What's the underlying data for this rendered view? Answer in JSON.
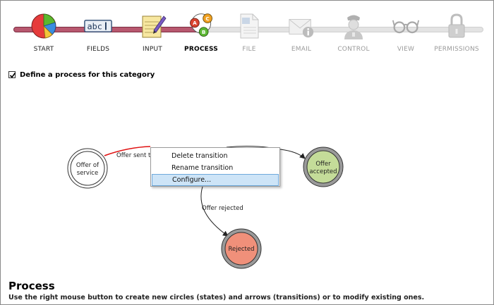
{
  "wizard": {
    "steps": [
      {
        "label": "START",
        "icon": "pie-chart-icon",
        "state": "done"
      },
      {
        "label": "FIELDS",
        "icon": "text-field-icon",
        "state": "done"
      },
      {
        "label": "INPUT",
        "icon": "notepad-pencil-icon",
        "state": "done"
      },
      {
        "label": "PROCESS",
        "icon": "process-states-icon",
        "state": "active"
      },
      {
        "label": "FILE",
        "icon": "document-icon",
        "state": "disabled"
      },
      {
        "label": "EMAIL",
        "icon": "email-info-icon",
        "state": "disabled"
      },
      {
        "label": "CONTROL",
        "icon": "officer-icon",
        "state": "disabled"
      },
      {
        "label": "VIEW",
        "icon": "glasses-icon",
        "state": "disabled"
      },
      {
        "label": "PERMISSIONS",
        "icon": "padlock-icon",
        "state": "disabled"
      }
    ]
  },
  "define_process": {
    "label": "Define a process for this category",
    "checked": true
  },
  "process": {
    "states": [
      {
        "label_lines": [
          "Offer of",
          "service"
        ],
        "color": "#ffffff"
      },
      {
        "label_lines": [
          "Offer",
          "accepted"
        ],
        "color": "#c4dc99"
      },
      {
        "label_lines": [
          "Rejected"
        ],
        "color": "#f0907a"
      }
    ],
    "transitions": [
      {
        "label": "Offer sent to",
        "selected": true
      },
      {
        "label": "Offer rejected"
      }
    ],
    "process_badges": [
      "A",
      "C",
      "B"
    ]
  },
  "context_menu": {
    "items": [
      {
        "label": "Delete transition"
      },
      {
        "label": "Rename transition"
      },
      {
        "label": "Configure...",
        "highlighted": true
      }
    ]
  },
  "help": {
    "title": "Process",
    "text": "Use the right mouse button to create new circles (states) and arrows (transitions) or to modify existing ones."
  },
  "colors": {
    "track_done": "#b8586f",
    "track_pending": "#e3e3e3",
    "selected_transition": "#e01010",
    "menu_highlight": "#cde4f7"
  }
}
